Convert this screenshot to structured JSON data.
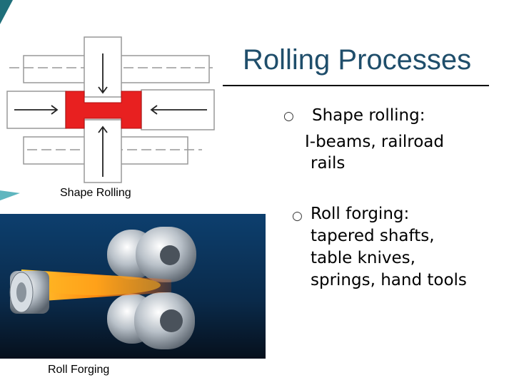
{
  "slide": {
    "title": "Rolling Processes",
    "captions": {
      "shape_rolling": "Shape Rolling",
      "roll_forging": "Roll Forging"
    },
    "bullets": [
      {
        "marker": "○",
        "lines": [
          "Shape rolling:",
          "I-beams, railroad",
          "rails"
        ]
      },
      {
        "marker": "○",
        "lines": [
          "Roll forging:",
          "tapered shafts,",
          "table knives,",
          "springs, hand tools"
        ]
      }
    ]
  },
  "colors": {
    "title": "#1f4e6b",
    "accent_dark": "#1f6f7a",
    "accent_light": "#5fb6bf",
    "hot_metal": "#f5a31a",
    "beam_red": "#e82020"
  }
}
